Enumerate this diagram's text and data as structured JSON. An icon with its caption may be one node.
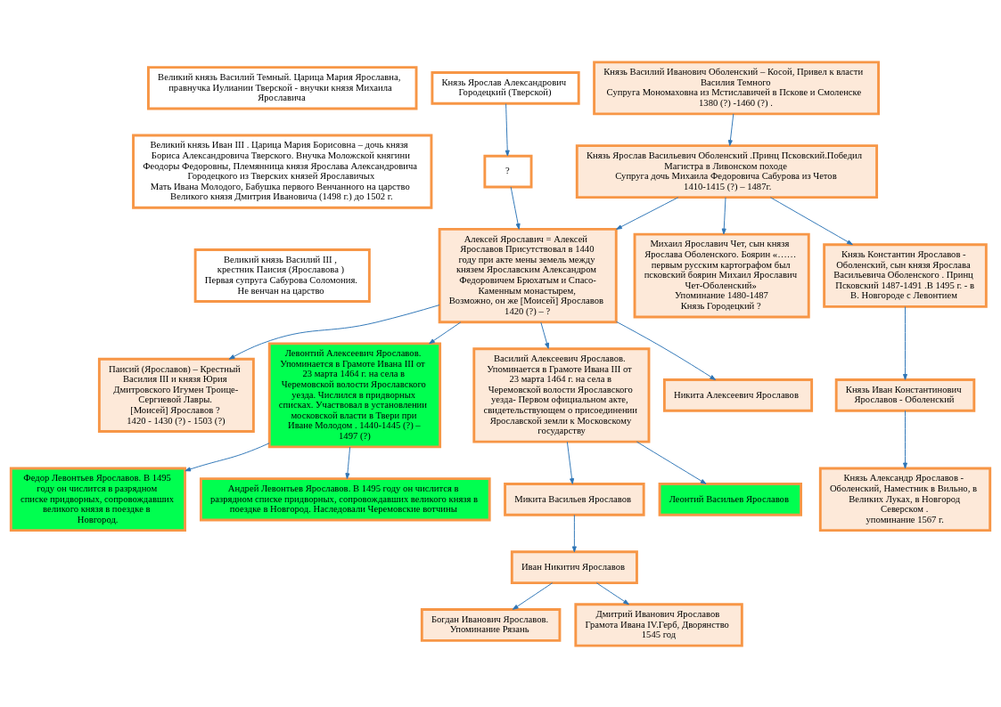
{
  "diagram": {
    "nodes": [
      {
        "text": [
          "Великий князь Василий Темный. Царица Мария Ярославна, правнучка Иулиании Тверской - внучки князя Михаила Ярославича"
        ]
      },
      {
        "text": [
          "Князь Василий Иванович Оболенский – Косой, Привел к власти Василия Темного",
          "Супруга Мономаховна из Мстиславичей в Пскове и Смоленске",
          "1380 (?) -1460 (?) ."
        ]
      },
      {
        "text": [
          "Великий князь Иван III . Царица Мария Борисовна – дочь князя Бориса Александровича Тверского. Внучка Моложской княгини Феодоры Федоровны, Племянница князя Ярослава Александровича Городецкого из Тверских князей Ярославичых",
          "Мать Ивана Молодого, Бабушка первого Венчанного на царство Великого князя Дмитрия Ивановича (1498 г.) до 1502 г."
        ]
      },
      {
        "text": [
          "Князь Ярослав Васильевич Оболенский .Принц Псковский.Победил Магистра в Ливонском походе",
          "Супруга дочь Михаила Федоровича Сабурова из Четов",
          "1410-1415 (?) – 1487г."
        ]
      },
      {
        "text": [
          "Князь Ярослав Александрович Городецкий (Тверской)"
        ]
      },
      {
        "text": [
          "?"
        ]
      },
      {
        "text": [
          "Алексей Ярославич = Алексей Ярославов Присутствовал в 1440 году при акте мены земель между князем Ярославским Александром Федоровичем Брюхатым и Спасо-Каменным монастырем,",
          "Возможно, он же [Моисей] Ярославов",
          "1420 (?) – ?"
        ]
      },
      {
        "text": [
          "Михаил Ярославич Чет, сын князя Ярослава Оболенского. Боярин «…… первым русским картографом был псковский боярин Михаил Ярославич Чет-Оболенский»",
          "Упоминание 1480-1487",
          "Князь Городецкий ?"
        ]
      },
      {
        "text": [
          "Князь Константин Ярославов - Оболенский, сын князя Ярослава Васильевича Оболенского . Принц Псковский 1487-1491 .В 1495 г. - в В. Новгороде с Левонтием"
        ]
      },
      {
        "text": [
          "Великий князь Василий III , крестник Паисия (Ярославова )",
          "Первая супруга Сабурова Соломония.",
          "Не венчан на царство"
        ]
      },
      {
        "text": [
          "Паисий (Ярославов) – Крестный Василия III и князя Юрия Дмитровского Игумен Троице-Сергиевой Лавры.",
          "[Моисей] Ярославов ?",
          "1420 - 1430 (?) - 1503 (?)"
        ]
      },
      {
        "text": [
          "Левонтий Алексеевич Ярославов. Упоминается в Грамоте Ивана III от 23 марта 1464 г. на села в Черемовской волости Ярославского уезда. Числился в придворных списках. Участвовал в установлении московской власти в Твери при Иване Молодом . 1440-1445 (?) – 1497 (?)"
        ]
      },
      {
        "text": [
          "Василий Алексеевич Ярославов. Упоминается в Грамоте Ивана III от 23 марта 1464 г. на села в Черемовской волости Ярославского уезда- Первом официальном акте, свидетельствующем о присоединении Ярославской земли к Московскому государству"
        ]
      },
      {
        "text": [
          "Никита Алексеевич Ярославов"
        ]
      },
      {
        "text": [
          "Князь Иван Константинович Ярославов - Оболенский"
        ]
      },
      {
        "text": [
          "Микита Васильев Ярославов"
        ]
      },
      {
        "text": [
          "Князь Александр Ярославов - Оболенский, Наместник в Вильно, в Великих Луках, в Новгород Северском .",
          "упоминание 1567 г."
        ]
      },
      {
        "text": [
          "Федор Левонтьев Ярославов. В 1495 году он числится в разрядном списке придворных, сопровождавших великого князя в поездке в Новгород."
        ]
      },
      {
        "text": [
          "Иван Никитич Ярославов"
        ]
      },
      {
        "text": [
          "Богдан Иванович Ярославов.",
          "Упоминание Рязань"
        ]
      },
      {
        "text": [
          "Андрей Левонтьев Ярославов. В 1495 году он числится в разрядном списке придворных, сопровождавших великого князя в поездке в Новгород. Наследовали Черемовские вотчины"
        ]
      },
      {
        "text": [
          "Леонтий Васильев Ярославов"
        ]
      },
      {
        "text": [
          "Дмитрий Иванович Ярославов",
          "Грамота Ивана IV.Герб, Дворянство 1545 год"
        ]
      }
    ],
    "edges": [
      {
        "from": 1,
        "to": 3,
        "arrow": "to"
      },
      {
        "from": 3,
        "to": 6,
        "arrow": "to"
      },
      {
        "from": 3,
        "to": 7,
        "arrow": "to"
      },
      {
        "from": 3,
        "to": 8,
        "arrow": "to"
      },
      {
        "from": 4,
        "to": 5,
        "arrow": "to"
      },
      {
        "from": 5,
        "to": 6,
        "arrow": "to"
      },
      {
        "from": 6,
        "to": 10,
        "arrow": "to"
      },
      {
        "from": 6,
        "to": 11,
        "arrow": "to"
      },
      {
        "from": 6,
        "to": 12,
        "arrow": "to"
      },
      {
        "from": 6,
        "to": 13,
        "arrow": "to"
      },
      {
        "from": 8,
        "to": 14,
        "arrow": "to"
      },
      {
        "from": 14,
        "to": 16,
        "arrow": "to"
      },
      {
        "from": 11,
        "to": 17,
        "arrow": "to"
      },
      {
        "from": 11,
        "to": 20,
        "arrow": "to"
      },
      {
        "from": 12,
        "to": 15,
        "arrow": "to"
      },
      {
        "from": 12,
        "to": 21,
        "arrow": "to"
      },
      {
        "from": 15,
        "to": 18,
        "arrow": "to"
      },
      {
        "from": 18,
        "to": 22,
        "arrow": "to"
      },
      {
        "from": 18,
        "to": 19,
        "arrow": "to"
      }
    ]
  }
}
